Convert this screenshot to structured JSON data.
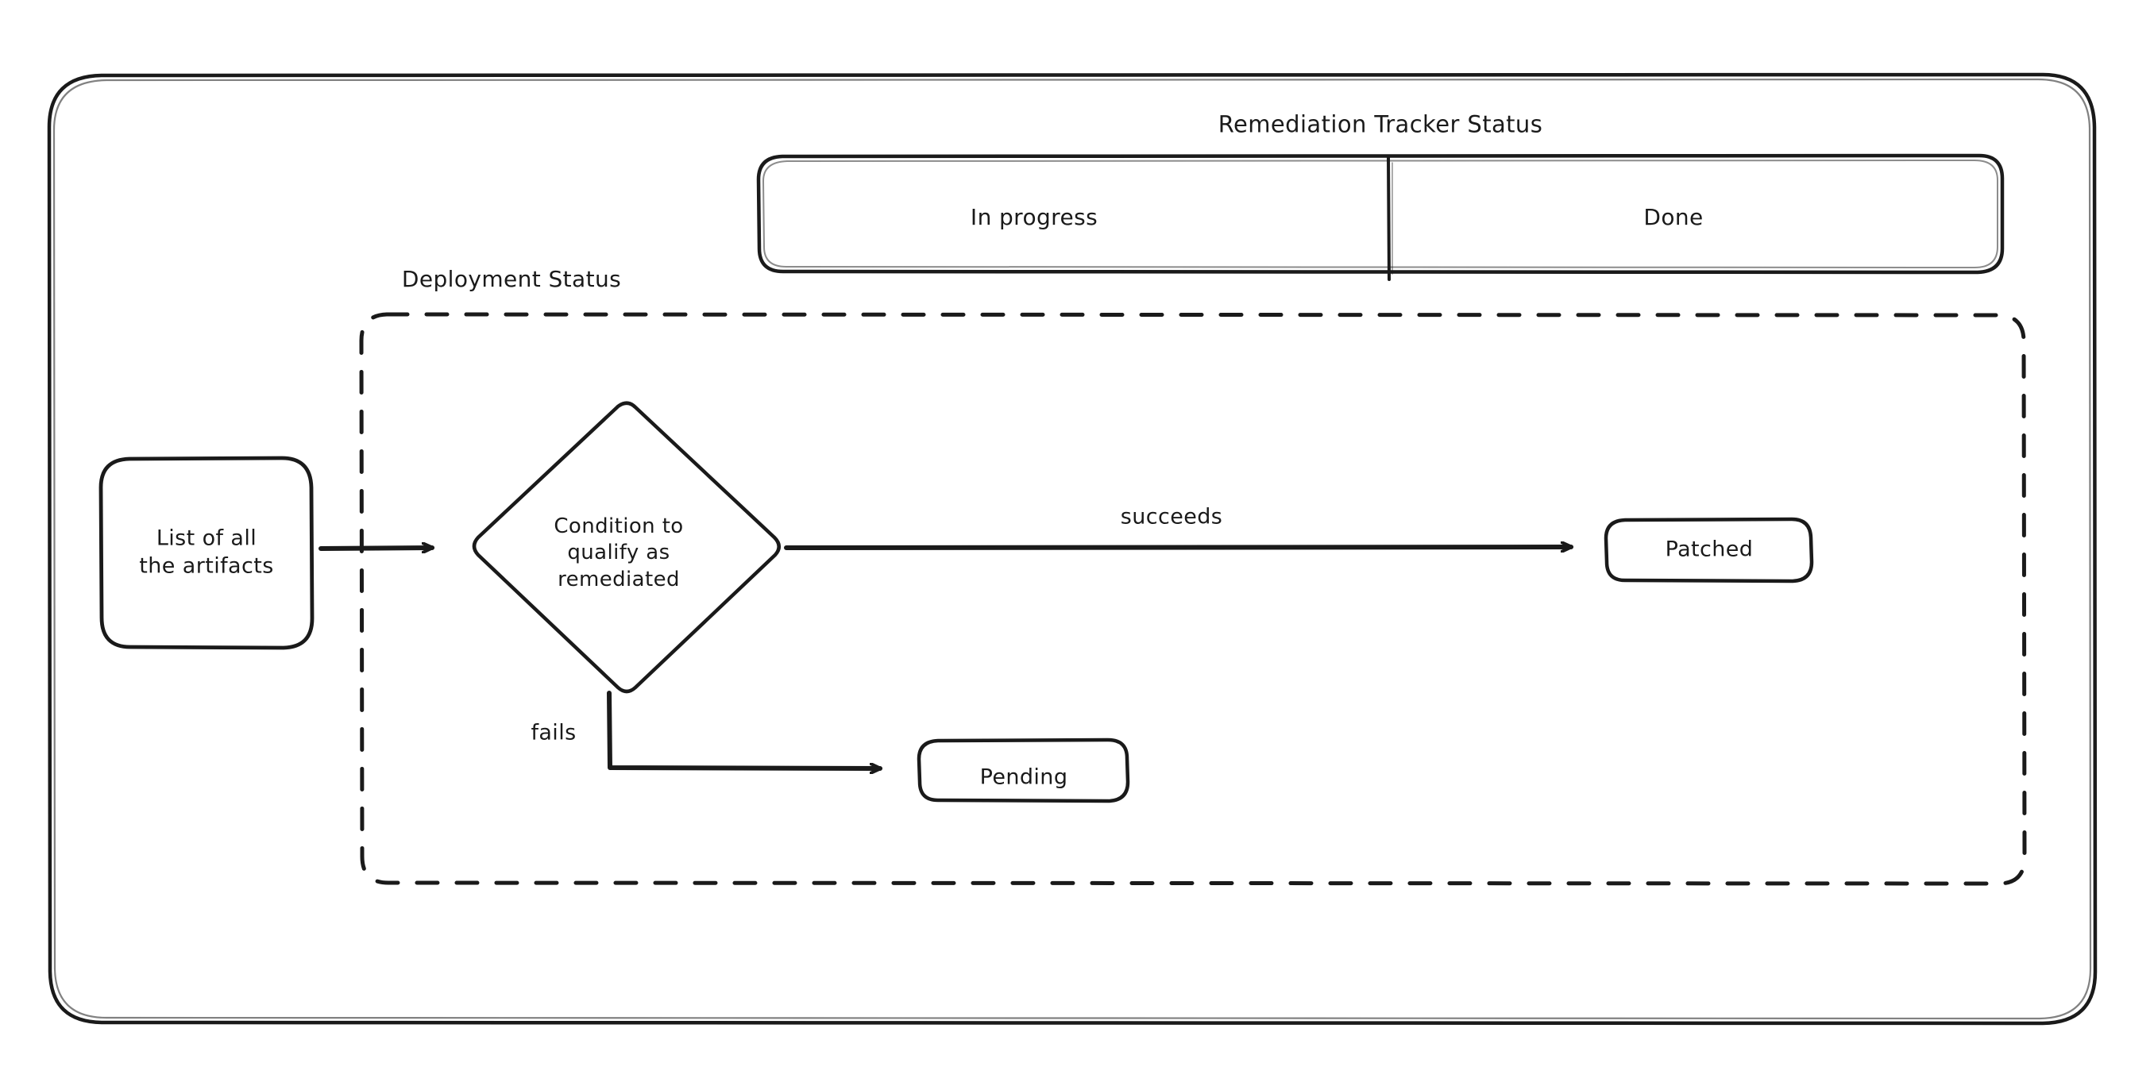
{
  "diagram": {
    "type": "flowchart",
    "style": "hand-drawn-sketch",
    "stroke_color": "#1a1a1a",
    "background_color": "#ffffff",
    "outer_frame": {
      "name": "outer-frame",
      "shape": "rounded-rectangle"
    },
    "swimlane": {
      "title": "Remediation Tracker Status",
      "lanes": [
        {
          "id": "in-progress",
          "label": "In progress"
        },
        {
          "id": "done",
          "label": "Done"
        }
      ]
    },
    "group": {
      "label": "Deployment Status",
      "border": "dashed"
    },
    "nodes": [
      {
        "id": "artifacts",
        "label": "List of all\nthe artifacts",
        "shape": "rounded-rectangle"
      },
      {
        "id": "condition",
        "label": "Condition to\nqualify as\nremediated",
        "shape": "diamond"
      },
      {
        "id": "patched",
        "label": "Patched",
        "shape": "rounded-rectangle"
      },
      {
        "id": "pending",
        "label": "Pending",
        "shape": "rounded-rectangle"
      }
    ],
    "edges": [
      {
        "id": "artifacts-to-condition",
        "from": "artifacts",
        "to": "condition",
        "label": ""
      },
      {
        "id": "condition-succeeds",
        "from": "condition",
        "to": "patched",
        "label": "succeeds"
      },
      {
        "id": "condition-fails",
        "from": "condition",
        "to": "pending",
        "label": "fails"
      }
    ]
  }
}
